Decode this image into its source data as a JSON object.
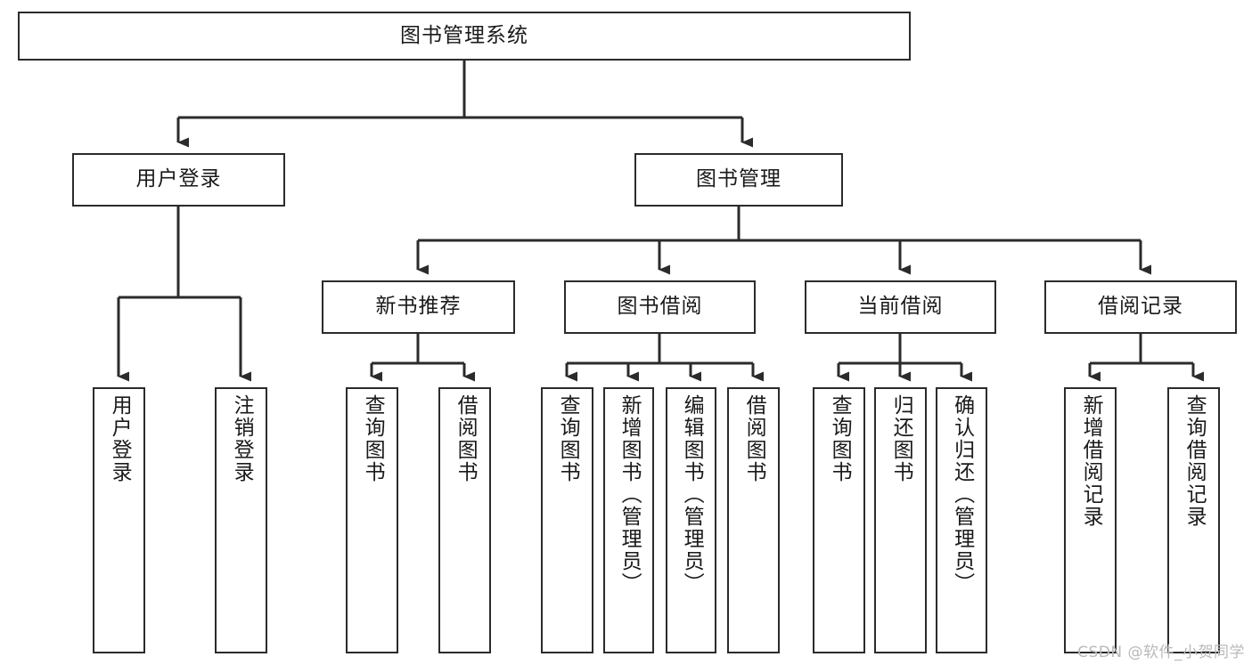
{
  "diagram": {
    "title": "图书管理系统",
    "watermark": "CSDN @软件_小贺同学",
    "type": "hierarchy-tree",
    "colors": {
      "box_border": "#2b2b2b",
      "box_fill": "#ffffff",
      "connector": "#2b2b2b",
      "text": "#1a1a1a",
      "watermark": "#b9b9b9",
      "background": "#ffffff"
    },
    "levels": {
      "root": {
        "label": "图书管理系统"
      },
      "level2": [
        {
          "id": "user-login",
          "label": "用户登录"
        },
        {
          "id": "book-management",
          "label": "图书管理"
        }
      ],
      "level3": [
        {
          "id": "new-book-recommend",
          "label": "新书推荐",
          "parent": "book-management"
        },
        {
          "id": "book-borrow",
          "label": "图书借阅",
          "parent": "book-management"
        },
        {
          "id": "current-borrow",
          "label": "当前借阅",
          "parent": "book-management"
        },
        {
          "id": "borrow-record",
          "label": "借阅记录",
          "parent": "book-management"
        }
      ],
      "leaves": [
        {
          "id": "leaf-user-login",
          "label": "用户登录",
          "parent": "user-login"
        },
        {
          "id": "leaf-user-logout",
          "label": "注销登录",
          "parent": "user-login"
        },
        {
          "id": "leaf-query-book-1",
          "label": "查询图书",
          "parent": "new-book-recommend"
        },
        {
          "id": "leaf-borrow-book-1",
          "label": "借阅图书",
          "parent": "new-book-recommend"
        },
        {
          "id": "leaf-query-book-2",
          "label": "查询图书",
          "parent": "book-borrow"
        },
        {
          "id": "leaf-add-book",
          "label": "新增图书（管理员）",
          "parent": "book-borrow"
        },
        {
          "id": "leaf-edit-book",
          "label": "编辑图书（管理员）",
          "parent": "book-borrow"
        },
        {
          "id": "leaf-borrow-book-2",
          "label": "借阅图书",
          "parent": "book-borrow"
        },
        {
          "id": "leaf-query-book-3",
          "label": "查询图书",
          "parent": "current-borrow"
        },
        {
          "id": "leaf-return-book",
          "label": "归还图书",
          "parent": "current-borrow"
        },
        {
          "id": "leaf-confirm-return",
          "label": "确认归还（管理员）",
          "parent": "current-borrow"
        },
        {
          "id": "leaf-add-record",
          "label": "新增借阅记录",
          "parent": "borrow-record"
        },
        {
          "id": "leaf-query-record",
          "label": "查询借阅记录",
          "parent": "borrow-record"
        }
      ]
    }
  }
}
